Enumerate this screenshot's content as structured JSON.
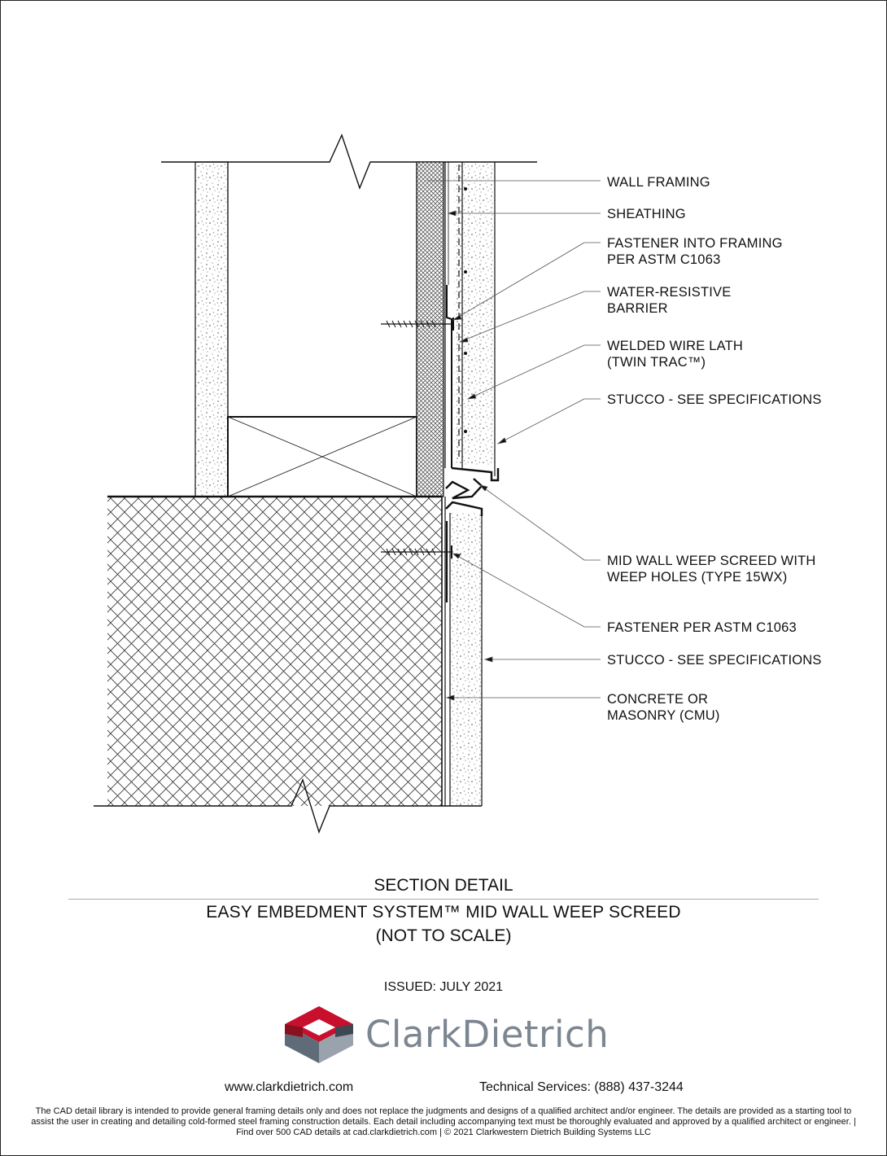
{
  "callouts": [
    {
      "id": "wall-framing",
      "lines": [
        "WALL FRAMING"
      ]
    },
    {
      "id": "sheathing",
      "lines": [
        "SHEATHING"
      ]
    },
    {
      "id": "fastener-framing",
      "lines": [
        "FASTENER INTO FRAMING",
        "PER ASTM C1063"
      ]
    },
    {
      "id": "wrb",
      "lines": [
        "WATER-RESISTIVE",
        "BARRIER"
      ]
    },
    {
      "id": "lath",
      "lines": [
        "WELDED WIRE LATH",
        "(TWIN TRAC™)"
      ]
    },
    {
      "id": "stucco-upper",
      "lines": [
        "STUCCO - SEE SPECIFICATIONS"
      ]
    },
    {
      "id": "weep-screed",
      "lines": [
        "MID WALL WEEP SCREED WITH",
        "WEEP HOLES (TYPE 15WX)"
      ]
    },
    {
      "id": "fastener-astm",
      "lines": [
        "FASTENER PER ASTM C1063"
      ]
    },
    {
      "id": "stucco-lower",
      "lines": [
        "STUCCO - SEE SPECIFICATIONS"
      ]
    },
    {
      "id": "concrete",
      "lines": [
        "CONCRETE OR",
        "MASONRY (CMU)"
      ]
    }
  ],
  "title": {
    "section": "SECTION DETAIL",
    "main": "EASY EMBEDMENT SYSTEM™ MID WALL WEEP SCREED",
    "sub": "(NOT TO SCALE)"
  },
  "issued": "ISSUED: JULY 2021",
  "brand": {
    "name": "ClarkDietrich",
    "logo_icon": "clarkdietrich-hexagon-logo-icon",
    "colors": {
      "red": "#c8102e",
      "dark_red": "#8a1020",
      "gray": "#5f6b78",
      "light_gray": "#9aa3ad",
      "text": "#7c8691"
    }
  },
  "footer": {
    "url": "www.clarkdietrich.com",
    "tech": "Technical Services: (888) 437-3244",
    "disclaimer": "The CAD detail library is intended to provide general framing details only and does not replace the judgments and designs of a qualified architect and/or engineer. The details are provided as a starting tool to assist the user in creating and detailing cold-formed steel framing construction details. Each detail including accompanying text must be thoroughly evaluated and approved by a qualified architect or engineer.    |    Find over 500 CAD details at cad.clarkdietrich.com    |    © 2021 Clarkwestern Dietrich Building Systems LLC"
  }
}
